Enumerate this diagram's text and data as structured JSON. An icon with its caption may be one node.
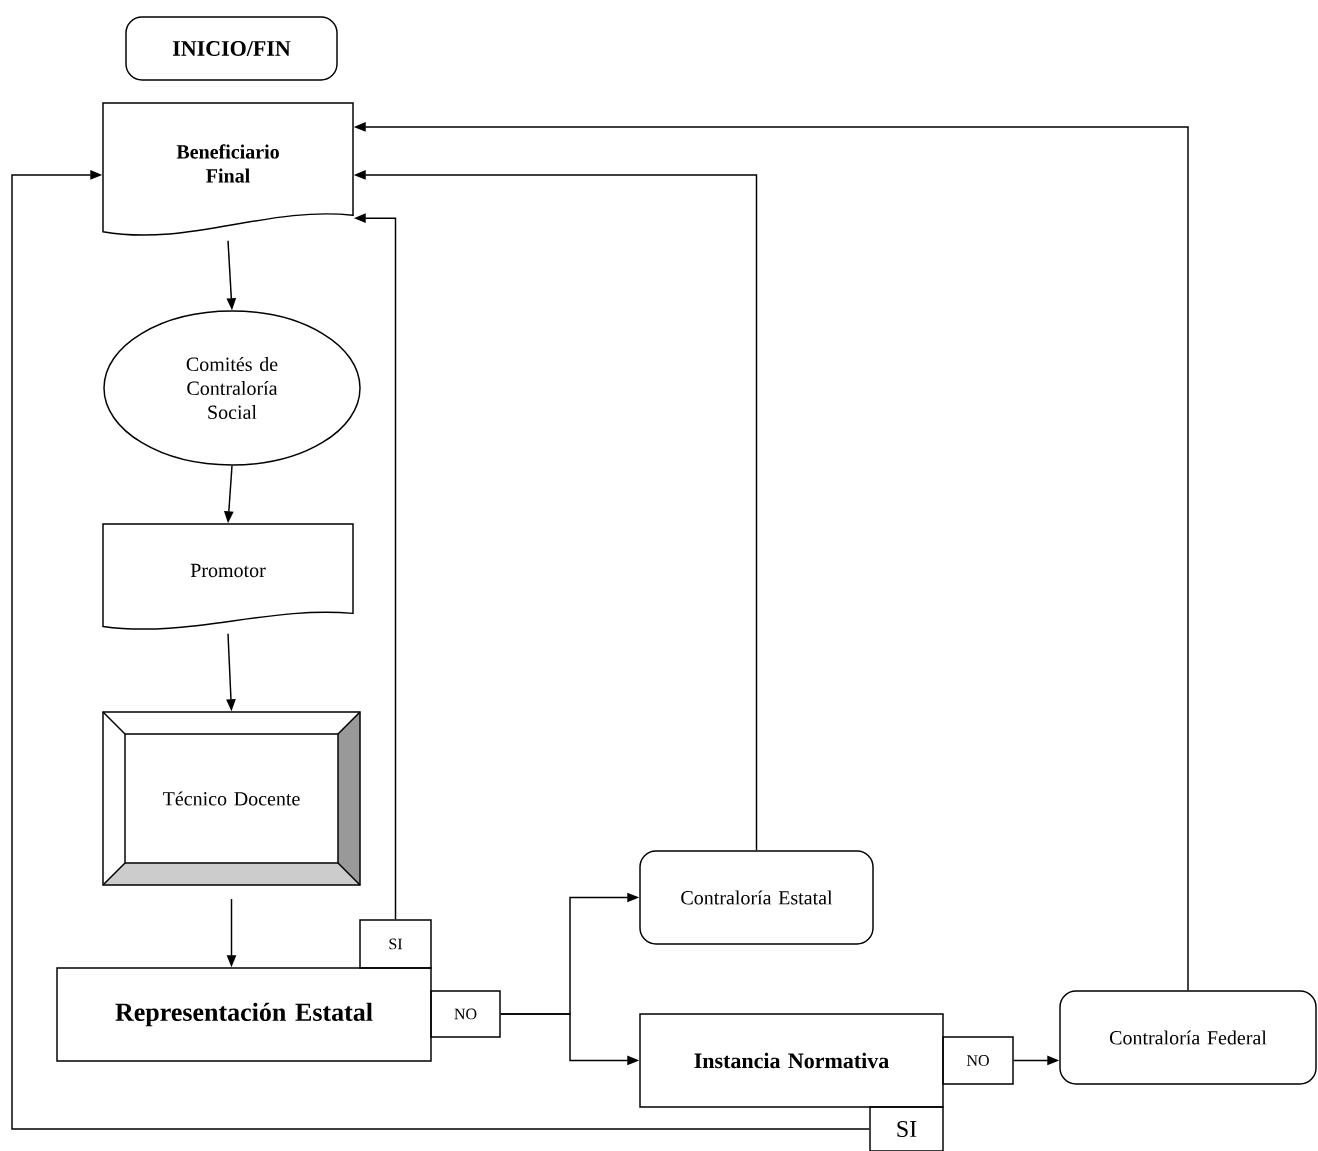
{
  "diagram": {
    "nodes": [
      {
        "text": [
          "INICIO/FIN"
        ]
      },
      {
        "text": [
          "Beneficiario Final"
        ]
      },
      {
        "text": [
          "Comités de Contraloría Social"
        ]
      },
      {
        "text": [
          "Promotor"
        ]
      },
      {
        "text": [
          "Técnico Docente"
        ]
      },
      {
        "text": [
          "Representación Estatal"
        ]
      },
      {
        "text": [
          "SI"
        ]
      },
      {
        "text": [
          "NO"
        ]
      },
      {
        "text": [
          "Contraloría Estatal"
        ]
      },
      {
        "text": [
          "Instancia Normativa"
        ]
      },
      {
        "text": [
          "NO"
        ]
      },
      {
        "text": [
          "Contraloría Federal"
        ]
      },
      {
        "text": [
          "SI"
        ]
      }
    ],
    "edges": [
      {
        "from": 1,
        "to": 2,
        "arrow": "to"
      },
      {
        "from": 2,
        "to": 3,
        "arrow": "to"
      },
      {
        "from": 3,
        "to": 4,
        "arrow": "to"
      },
      {
        "from": 4,
        "to": 5,
        "arrow": "to"
      },
      {
        "from": 6,
        "to": 1,
        "arrow": "to"
      },
      {
        "from": 7,
        "to": 8,
        "arrow": "to"
      },
      {
        "from": 7,
        "to": 9,
        "arrow": "to"
      },
      {
        "from": 8,
        "to": 1,
        "arrow": "to"
      },
      {
        "from": 10,
        "to": 11,
        "arrow": "to"
      },
      {
        "from": 11,
        "to": 1,
        "arrow": "to"
      },
      {
        "from": 12,
        "to": 1,
        "arrow": "to"
      }
    ]
  }
}
